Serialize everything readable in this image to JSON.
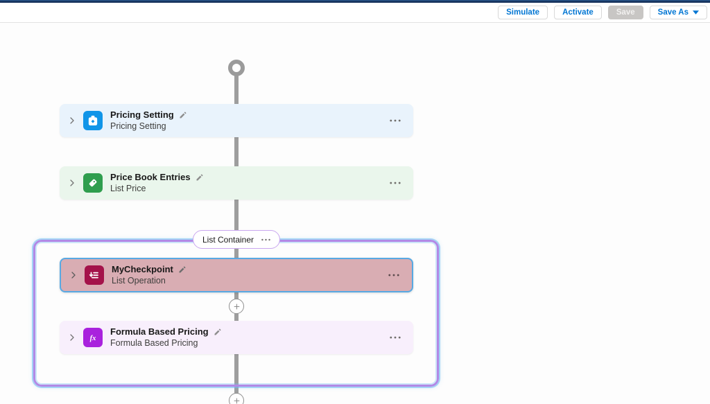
{
  "header": {
    "simulate": "Simulate",
    "activate": "Activate",
    "save": "Save",
    "save_as": "Save As"
  },
  "flow": {
    "container": {
      "label": "List Container"
    },
    "nodes": [
      {
        "id": "pricing-setting",
        "title": "Pricing Setting",
        "subtitle": "Pricing Setting",
        "icon": "pricing-weight-icon",
        "accent": "#1195e8",
        "bg": "#e9f3fc"
      },
      {
        "id": "price-book-entries",
        "title": "Price Book Entries",
        "subtitle": "List Price",
        "icon": "price-tag-icon",
        "accent": "#2f9e4e",
        "bg": "#eaf6ec"
      },
      {
        "id": "mycheckpoint",
        "title": "MyCheckpoint",
        "subtitle": "List Operation",
        "icon": "list-operation-icon",
        "accent": "#a4134a",
        "bg": "#d9adb3",
        "selected": true
      },
      {
        "id": "formula-based-pricing",
        "title": "Formula Based Pricing",
        "subtitle": "Formula Based Pricing",
        "icon": "formula-fx-icon",
        "accent": "#a922dd",
        "bg": "#f8effc"
      }
    ]
  },
  "colors": {
    "topbar": "#16325c",
    "button_text": "#0176d3",
    "save_disabled_bg": "#c8c6c4",
    "container_border": "#b289e6",
    "selection_border": "#58a9e3",
    "connector": "#9e9e9e"
  }
}
